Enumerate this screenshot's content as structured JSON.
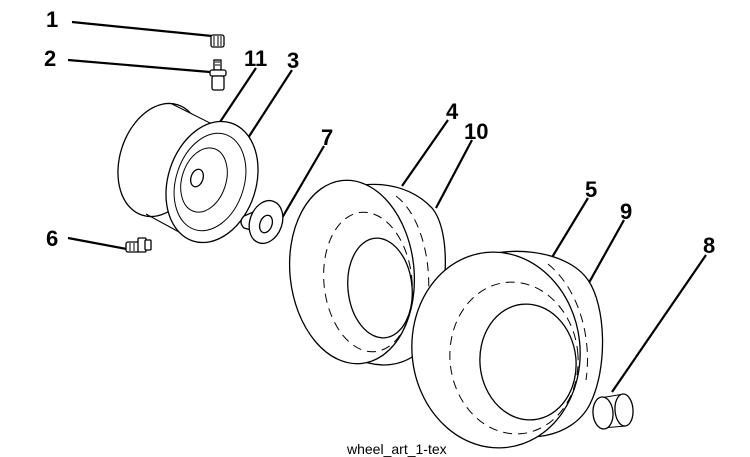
{
  "diagram": {
    "callouts": [
      {
        "id": "1",
        "label": "1"
      },
      {
        "id": "2",
        "label": "2"
      },
      {
        "id": "3",
        "label": "3"
      },
      {
        "id": "4",
        "label": "4"
      },
      {
        "id": "5",
        "label": "5"
      },
      {
        "id": "6",
        "label": "6"
      },
      {
        "id": "7",
        "label": "7"
      },
      {
        "id": "8",
        "label": "8"
      },
      {
        "id": "9",
        "label": "9"
      },
      {
        "id": "10",
        "label": "10"
      },
      {
        "id": "11",
        "label": "11"
      }
    ],
    "caption": "wheel_art_1-tex"
  }
}
